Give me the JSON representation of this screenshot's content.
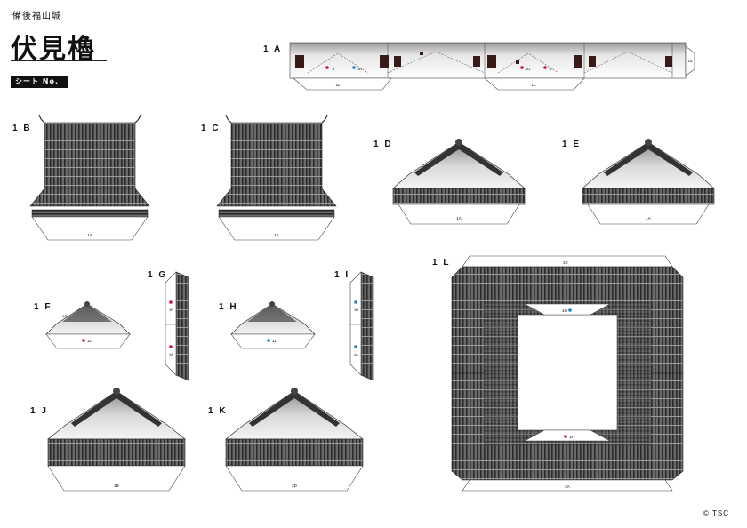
{
  "header": {
    "subtitle": "備後福山城",
    "title": "伏見櫓",
    "sheet_badge": "シート No. 1"
  },
  "part_labels": {
    "p1A": "1 A",
    "p1B": "1 B",
    "p1C": "1 C",
    "p1D": "1 D",
    "p1E": "1 E",
    "p1F": "1 F",
    "p1G": "1 G",
    "p1H": "1 H",
    "p1I": "1 I",
    "p1J": "1 J",
    "p1K": "1 K",
    "p1L": "1 L"
  },
  "tab_marks": {
    "a_1L_left": "1L",
    "a_1L_right": "1L",
    "a_1A_side": "1A",
    "a_1I": "1I",
    "a_1H": "1H",
    "a_1G": "1G",
    "a_1F": "1F",
    "b_1A": "1A",
    "c_1A": "1A",
    "d_1A": "1A",
    "e_1A": "1A",
    "f_1L": "1L",
    "f_1G": "1G",
    "g_1F": "1F",
    "g_1A": "1A",
    "h_1L": "1L",
    "i_1H": "1H",
    "i_1A": "1A",
    "j_2B": "2B",
    "k_2D": "2D",
    "l_2E": "2E",
    "l_1H": "1H",
    "l_1F": "1F",
    "l_2A": "2A"
  },
  "colors": {
    "tile_dark": "#555555",
    "tile_line": "#222222",
    "mark_red": "#d0103a",
    "mark_blue": "#1a7fd0"
  },
  "footer": {
    "copyright": "© TSC"
  }
}
